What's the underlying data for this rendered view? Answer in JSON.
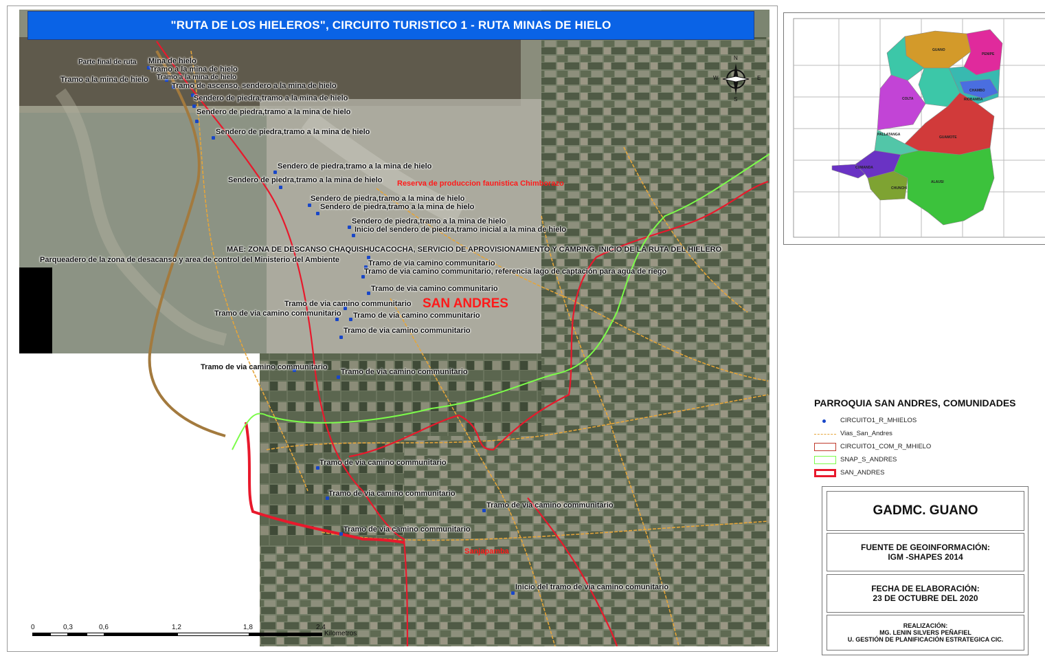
{
  "title": "\"RUTA DE LOS HIELEROS\",  CIRCUITO TURISTICO 1 - RUTA MINAS DE HIELO",
  "colors": {
    "title_bar": "#0a63e6",
    "route_red": "#e8192c",
    "snap_green": "#7cfc4a",
    "roads_orange": "#e5a53a",
    "points_blue": "#1846c8"
  },
  "place_labels": [
    {
      "text": "Parte final de ruta"
    },
    {
      "text": "Mina de hielo"
    },
    {
      "text": "Tramo a la mina de hielo"
    },
    {
      "text": "Tramo a la mina de hielo"
    },
    {
      "text": "Tramo a la mina de hielo"
    },
    {
      "text": "Tramo de ascenso, sendero a la mina de hielo"
    },
    {
      "text": "Sendero de piedra,tramo a la mina de hielo"
    },
    {
      "text": "Sendero de piedra,tramo a la mina de hielo"
    },
    {
      "text": "Sendero de piedra,tramo a la mina de hielo"
    },
    {
      "text": "Sendero de piedra,tramo a la mina de hielo"
    },
    {
      "text": "Sendero de piedra,tramo a la mina de hielo"
    },
    {
      "text": "Sendero de piedra,tramo a la mina de hielo"
    },
    {
      "text": "Sendero de piedra,tramo a la mina de hielo"
    },
    {
      "text": "Sendero de piedra,tramo a la mina de hielo"
    },
    {
      "text": "Inicio del sendero de piedra,tramo inicial a la mina de hielo"
    },
    {
      "text": "MAE: ZONA DE DESCANSO CHAQUISHUCACOCHA, SERVICIO DE APROVISIONAMIENTO Y CAMPING, INICIO DE LA RUTA DEL HIELERO"
    },
    {
      "text": "Parqueadero de la zona de desacanso y area de control del Ministerio del Ambiente"
    },
    {
      "text": "Tramo de via camino communitario"
    },
    {
      "text": "Tramo de via camino communitario, referencia lago de captación para agua de riego"
    },
    {
      "text": "Tramo de via camino communitario"
    },
    {
      "text": "Tramo de via camino communitario"
    },
    {
      "text": "Tramo de via camino communitario"
    },
    {
      "text": "Tramo de via camino communitario"
    },
    {
      "text": "Tramo de via camino communitario"
    },
    {
      "text": "Tramo de via camino communitario"
    },
    {
      "text": "Tramo de via camino communitario"
    },
    {
      "text": "Tramo de via camino communitario"
    },
    {
      "text": "Tramo de via camino communitario"
    },
    {
      "text": "Tramo de via camino communitario"
    },
    {
      "text": "Tramo de via camino communitario"
    },
    {
      "text": "Inicio del tramo de via camino comunitario"
    }
  ],
  "red_labels": {
    "reserve": "Reserva de produccion faunistica Chimborazo",
    "town": "SAN ANDRES",
    "village": "Sanjapamba"
  },
  "north_arrow": {
    "n": "N",
    "s": "S",
    "e": "E",
    "w": "W"
  },
  "scale": {
    "ticks": [
      "0",
      "0,3",
      "0,6",
      "1,2",
      "1,8",
      "2,4"
    ],
    "unit": "Kilometros"
  },
  "inset": {
    "regions": [
      "GUANO",
      "PENIPE",
      "CHAMBO",
      "RIOBAMBA",
      "COLTA",
      "PALLATANGA",
      "GUAMOTE",
      "CUMANDA",
      "CHUNCHI",
      "ALAUSI"
    ]
  },
  "legend": {
    "title": "PARROQUIA SAN ANDRES, COMUNIDADES",
    "items": [
      {
        "label": "CIRCUITO1_R_MHIELOS",
        "symbol": "point"
      },
      {
        "label": "Vias_San_Andres",
        "symbol": "dashed-line"
      },
      {
        "label": "CIRCUITO1_COM_R_MHIELO",
        "symbol": "red-box"
      },
      {
        "label": "SNAP_S_ANDRES",
        "symbol": "green-box"
      },
      {
        "label": "SAN_ANDRES",
        "symbol": "thick-red-box"
      }
    ]
  },
  "info": {
    "org": "GADMC. GUANO",
    "source_label": "FUENTE DE GEOINFORMACIÓN:",
    "source_value": "IGM -SHAPES 2014",
    "date_label": "FECHA DE ELABORACIÓN:",
    "date_value": "23 DE OCTUBRE DEL 2020",
    "credit_label": "REALIZACIÓN:",
    "credit_name": "MG. LENIN SILVERS PEÑAFIEL",
    "credit_unit": "U. GESTIÓN DE PLANIFICACIÓN ESTRATEGICA CIC."
  }
}
